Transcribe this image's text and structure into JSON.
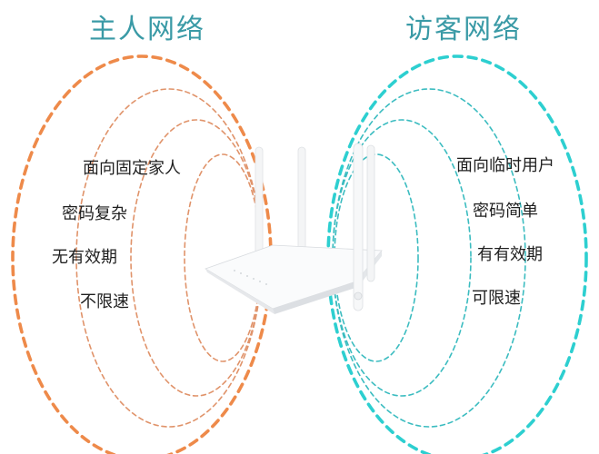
{
  "diagram": {
    "host_network": {
      "title": "主人网络",
      "color": "#ee8a4a",
      "features": [
        "面向固定家人",
        "密码复杂",
        "无有效期",
        "不限速"
      ]
    },
    "guest_network": {
      "title": "访客网络",
      "color": "#2dcfd0",
      "features": [
        "面向临时用户",
        "密码简单",
        "有有效期",
        "可限速"
      ]
    },
    "title_color": "#3a9aa6",
    "center_device": "wireless-router"
  }
}
